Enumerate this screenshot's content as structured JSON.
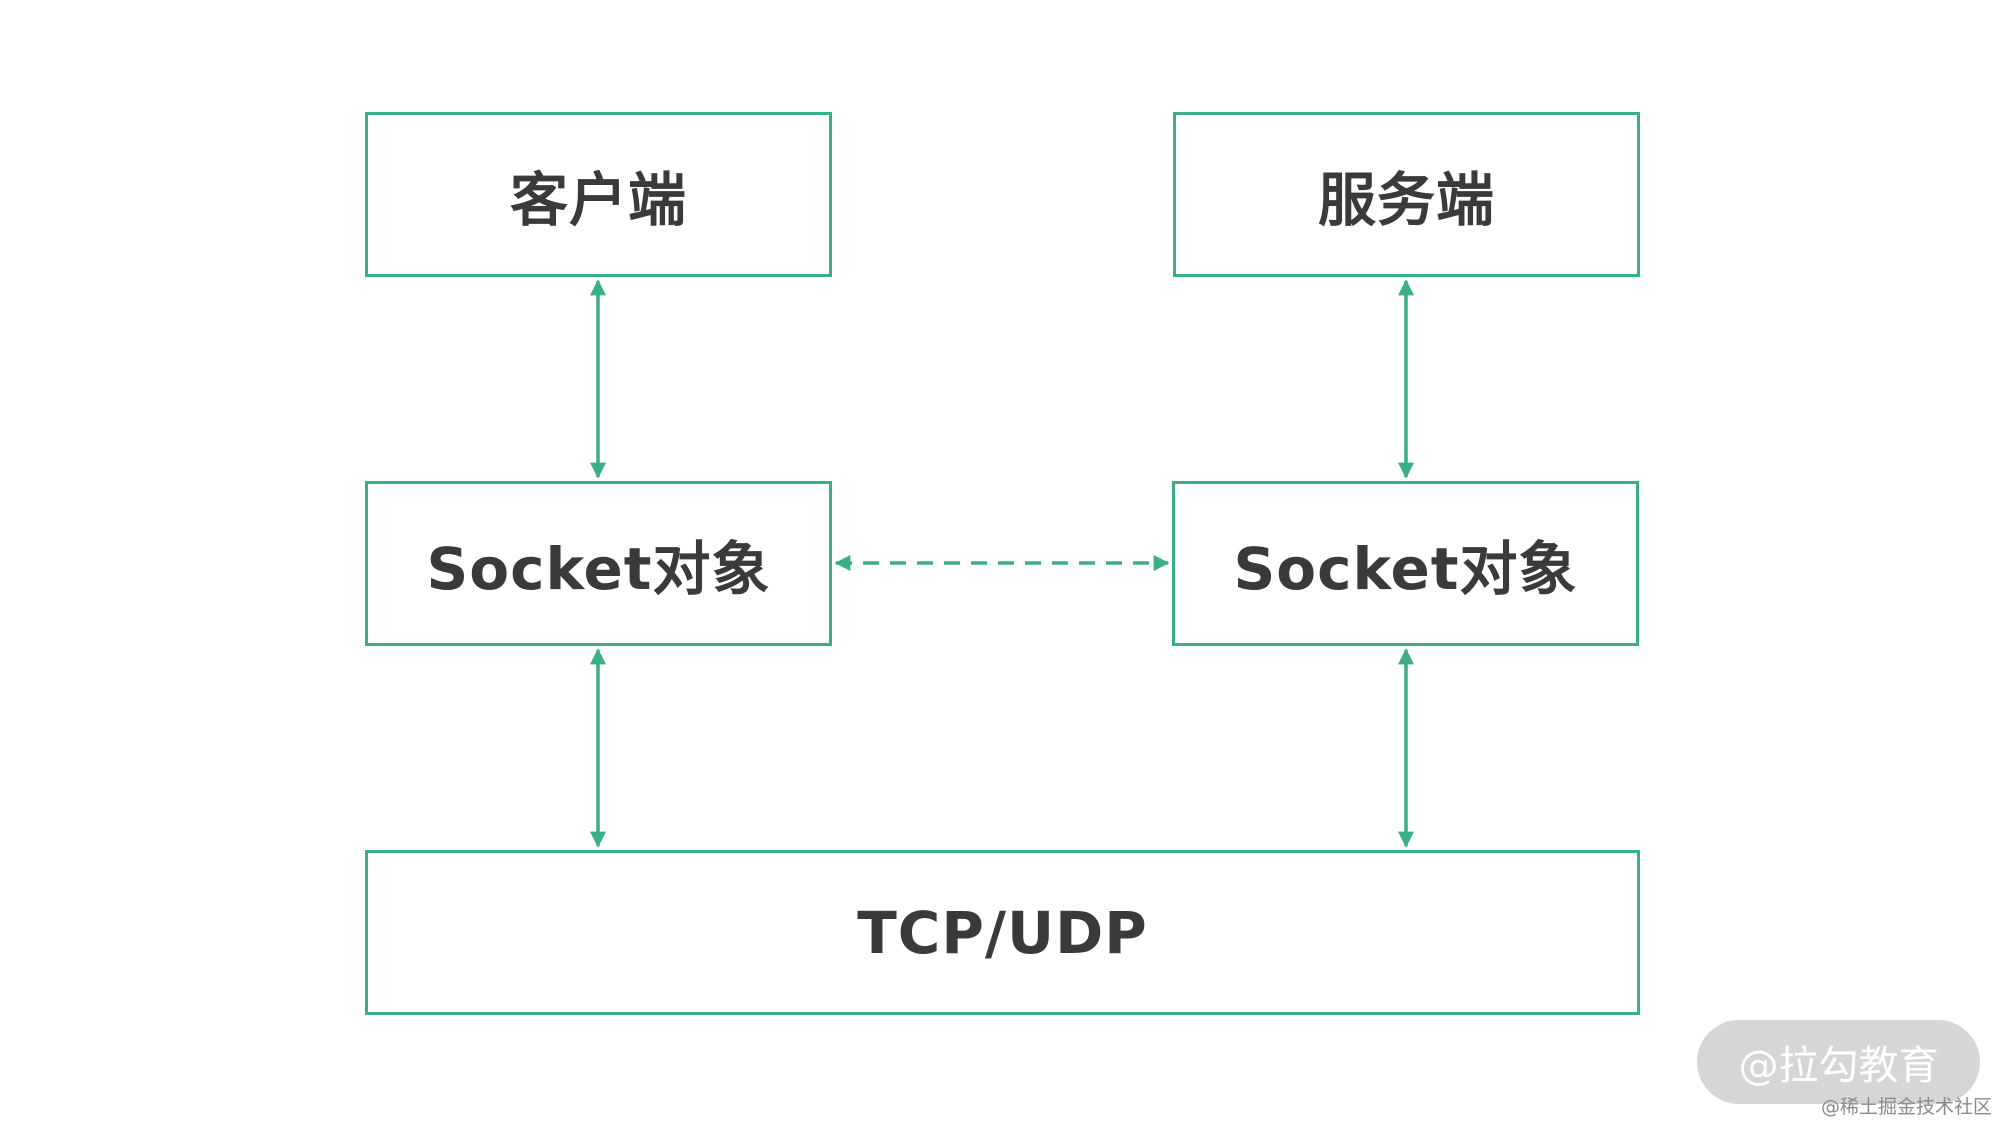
{
  "diagram": {
    "client_label": "客户端",
    "server_label": "服务端",
    "client_socket_label": "Socket对象",
    "server_socket_label": "Socket对象",
    "transport_label": "TCP/UDP"
  },
  "colors": {
    "accent": "#3aae87",
    "text": "#3a3a3a",
    "background": "#ffffff"
  },
  "watermark": {
    "brand": "@拉勾教育",
    "site": "@稀土掘金技术社区"
  }
}
